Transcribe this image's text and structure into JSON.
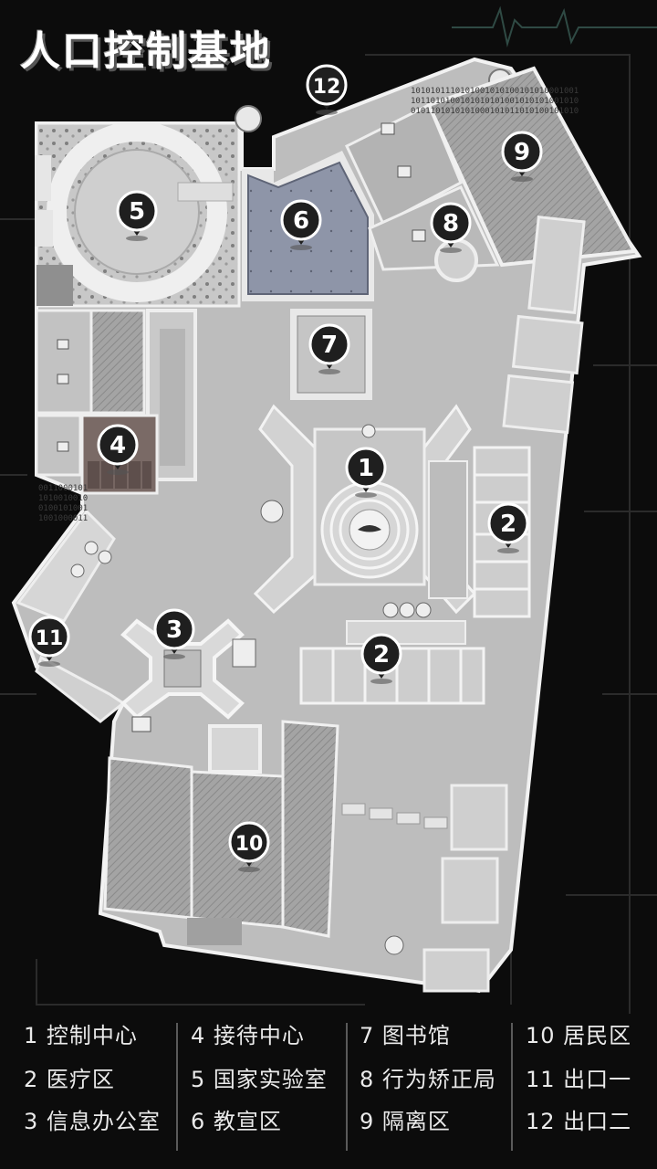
{
  "title": "人口控制基地",
  "colors": {
    "background": "#0c0c0c",
    "floor": "#bdbdbd",
    "building": "#d2d2d2",
    "wall": "#f2f2f2",
    "hatched_zone": "#9a9a9a",
    "education_zone": "#8e95a8",
    "reception_zone": "#7a6a66",
    "marker": "#1f1f1f",
    "marker_text": "#ffffff"
  },
  "markers": [
    {
      "num": "1"
    },
    {
      "num": "2"
    },
    {
      "num": "2"
    },
    {
      "num": "3"
    },
    {
      "num": "4"
    },
    {
      "num": "5"
    },
    {
      "num": "6"
    },
    {
      "num": "7"
    },
    {
      "num": "8"
    },
    {
      "num": "9"
    },
    {
      "num": "10"
    },
    {
      "num": "11"
    },
    {
      "num": "12"
    }
  ],
  "legend": [
    [
      "1 控制中心",
      "2 医疗区",
      "3 信息办公室"
    ],
    [
      "4 接待中心",
      "5 国家实验室",
      "6 教宣区"
    ],
    [
      "7 图书馆",
      "8 行为矫正局",
      "9 隔离区"
    ],
    [
      "10 居民区",
      "11 出口一",
      "12 出口二"
    ]
  ]
}
